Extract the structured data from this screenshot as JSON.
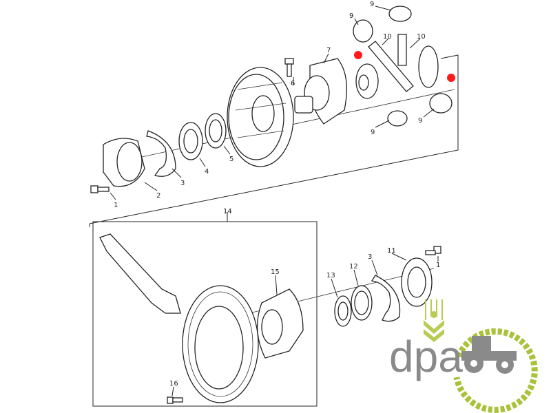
{
  "callouts": {
    "c1a": "1",
    "c2": "2",
    "c3a": "3",
    "c4": "4",
    "c5": "5",
    "c6": "6",
    "c7": "7",
    "c9a": "9",
    "c9b": "9",
    "c9c": "9",
    "c9d": "9",
    "c10a": "10",
    "c10b": "10",
    "c14": "14",
    "c15": "15",
    "c13": "13",
    "c12": "12",
    "c3b": "3",
    "c11": "11",
    "c1b": "1",
    "c16": "16"
  },
  "markers": {
    "color": "#ff1a1a",
    "count": 2
  },
  "logo": {
    "text": "dpa",
    "brand_green": "#a8c23a",
    "brand_gray": "#8a8a8a"
  }
}
